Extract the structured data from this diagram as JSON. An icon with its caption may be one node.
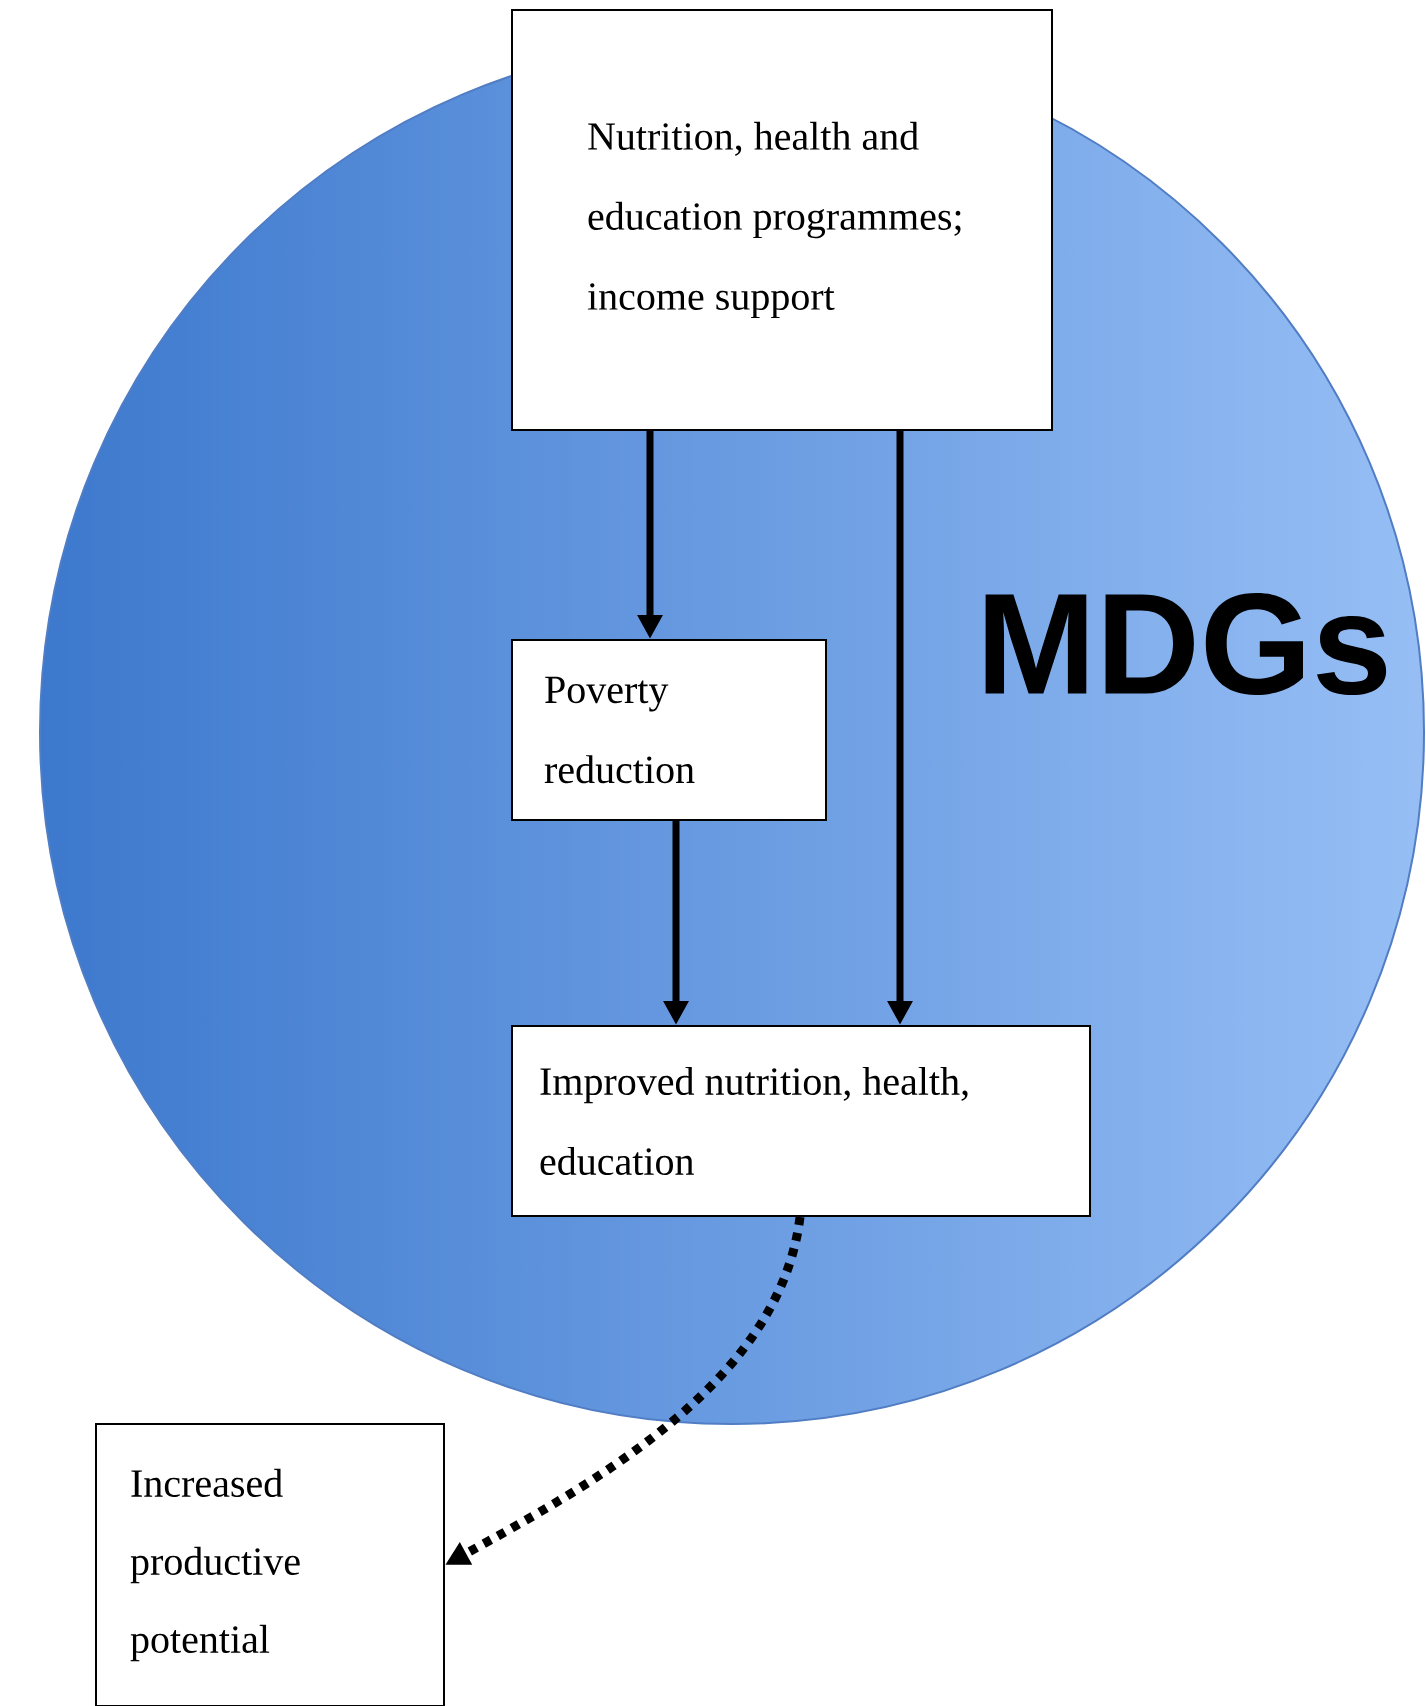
{
  "diagram": {
    "nodes": [
      {
        "text": [
          "MDGs"
        ]
      },
      {
        "text": [
          "Nutrition, health and education programmes; income support"
        ],
        "in": 0
      },
      {
        "text": [
          "Poverty reduction"
        ],
        "in": 0
      },
      {
        "text": [
          "Improved nutrition, health, education"
        ],
        "in": 0
      },
      {
        "text": [
          "Increased productive potential"
        ]
      }
    ],
    "edges": [
      {
        "from": 1,
        "to": 2,
        "arrow": "to"
      },
      {
        "from": 2,
        "to": 3,
        "arrow": "to"
      },
      {
        "from": 1,
        "to": 3,
        "arrow": "to"
      },
      {
        "from": 3,
        "to": 4,
        "arrow": "to",
        "style": "dashed"
      }
    ]
  }
}
